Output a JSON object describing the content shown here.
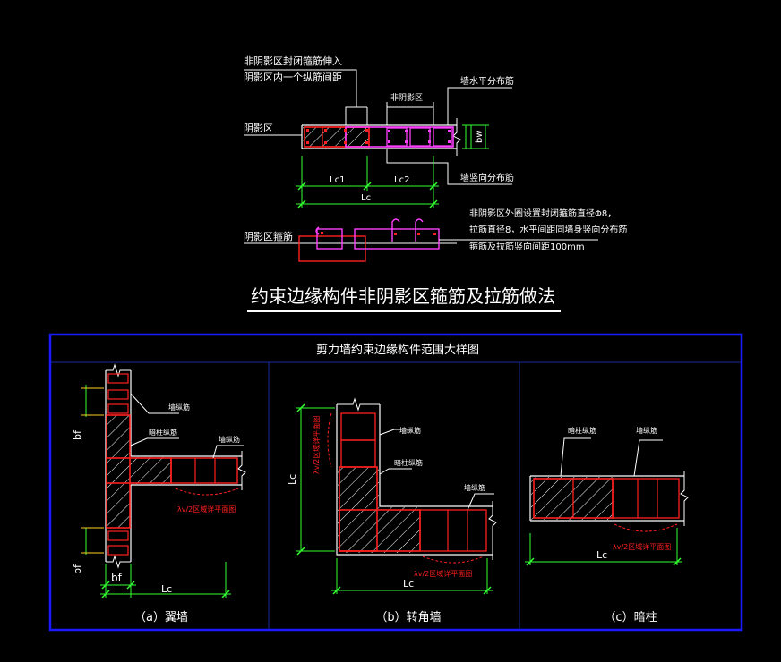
{
  "top": {
    "note_left_line1": "非阴影区封闭箍筋伸入",
    "note_left_line2": "阴影区内一个纵筋间距",
    "label_nonshadow": "非阴影区",
    "label_horiz_bar": "墙水平分布筋",
    "label_shadow": "阴影区",
    "label_bw": "bw",
    "label_vert_bar": "墙竖向分布筋",
    "dim_lc1": "Lc1",
    "dim_lc2": "Lc2",
    "dim_lc": "Lc",
    "label_shadow_stirrup": "阴影区箍筋",
    "note_right_line1": "非阴影区外圈设置封闭箍筋直径Φ8，",
    "note_right_line2": "拉筋直径8，水平间距同墙身竖向分布筋",
    "note_right_line3": "箍筋及拉筋竖向间距100mm",
    "title": "约束边缘构件非阴影区箍筋及拉筋做法"
  },
  "table": {
    "title": "剪力墙约束边缘构件范围大样图",
    "panel_a": {
      "caption": "（a）翼墙",
      "label_wall_vert": "墙纵筋",
      "label_edge_bar": "暗柱纵筋",
      "label_wall_vert2": "墙纵筋",
      "label_half": "λv/2区域详平面图",
      "dim_bf_top": "bf",
      "dim_bf_bottom": "bf",
      "dim_bf_horiz": "bf",
      "dim_lc": "Lc"
    },
    "panel_b": {
      "caption": "（b）转角墙",
      "label_wall_vert": "墙纵筋",
      "label_edge_bar": "暗柱纵筋",
      "label_wall_vert2": "墙纵筋",
      "label_half_vert": "λv/2区域详平面图",
      "label_half_horiz": "λv/2区域详平面图",
      "dim_lc_vert": "Lc",
      "dim_lc_horiz": "Lc"
    },
    "panel_c": {
      "caption": "（c）暗柱",
      "label_edge_bar": "暗柱纵筋",
      "label_wall_vert": "墙纵筋",
      "label_half": "λv/2区域详平面图",
      "dim_lc": "Lc"
    }
  },
  "colors": {
    "background": "#000000",
    "line_white": "#ffffff",
    "rebar_red": "#ff2020",
    "stirrup_magenta": "#ff40ff",
    "dim_green": "#33ff33",
    "frame_blue": "#1a1aff",
    "divider_blue": "#1a2aa0",
    "hatch": "#ffffff",
    "tick_yellow": "#ffd020"
  }
}
